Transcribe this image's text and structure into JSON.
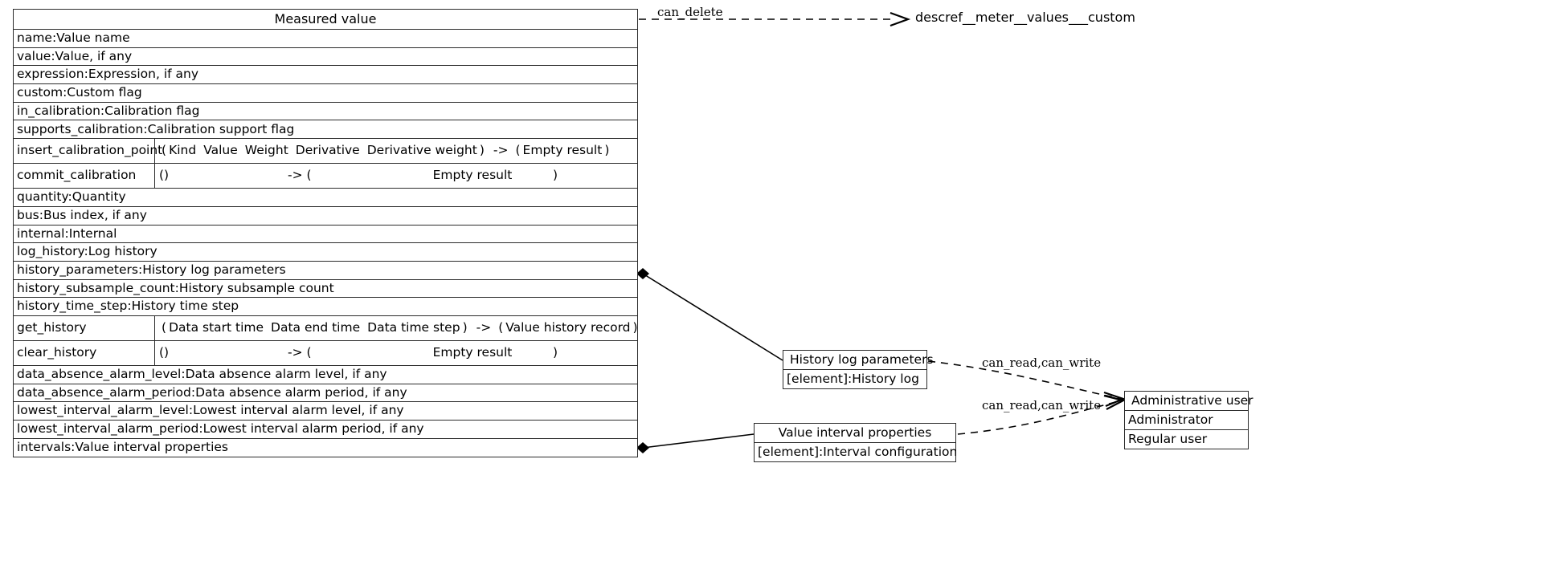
{
  "diagram": {
    "type": "uml-class-diagram",
    "title": "Measured value",
    "colors": {
      "stroke": "#2b2b2b",
      "background": "#ffffff",
      "text": "#000000"
    }
  },
  "main_class": {
    "name": "Measured value",
    "attributes": [
      "name:Value name",
      "value:Value, if any",
      "expression:Expression, if any",
      "custom:Custom flag",
      "in_calibration:Calibration flag",
      "supports_calibration:Calibration support flag"
    ],
    "methods_1": [
      {
        "name": "insert_calibration_point",
        "open": "(",
        "args": [
          "Kind",
          "Value",
          "Weight",
          "Derivative",
          "Derivative weight"
        ],
        "close": ")",
        "arrow": "->",
        "ret_open": "(",
        "ret": "Empty result",
        "ret_close": ")"
      },
      {
        "name": "commit_calibration",
        "args_text": "()",
        "arrow": "-> (",
        "ret": "Empty result",
        "ret_close": ")"
      }
    ],
    "attributes_2": [
      "quantity:Quantity",
      "bus:Bus index, if any",
      "internal:Internal",
      "log_history:Log history",
      "history_parameters:History log parameters",
      "history_subsample_count:History subsample count",
      "history_time_step:History time step"
    ],
    "methods_2": [
      {
        "name": "get_history",
        "open": "(",
        "args": [
          "Data start time",
          "Data end time",
          "Data time step"
        ],
        "close": ")",
        "arrow": "->",
        "ret_open": "(",
        "ret": "Value history record",
        "ret_close": ")"
      },
      {
        "name": "clear_history",
        "args_text": "()",
        "arrow": "-> (",
        "ret": "Empty result",
        "ret_close": ")"
      }
    ],
    "attributes_3": [
      "data_absence_alarm_level:Data absence alarm level, if any",
      "data_absence_alarm_period:Data absence alarm period, if any",
      "lowest_interval_alarm_level:Lowest interval alarm level, if any",
      "lowest_interval_alarm_period:Lowest interval alarm period, if any",
      "intervals:Value interval properties"
    ]
  },
  "history_box": {
    "header": "History log parameters",
    "items": [
      "[element]:History log"
    ]
  },
  "interval_box": {
    "header": "Value interval properties",
    "items": [
      "[element]:Interval configuration"
    ]
  },
  "user_box": {
    "header": "Administrative user",
    "items": [
      "Administrator",
      "Regular user"
    ]
  },
  "edges": {
    "can_delete_label": "can_delete",
    "can_delete_target": "descref__meter__values___custom",
    "history_permissions_label": "can_read,can_write",
    "interval_permissions_label": "can_read,can_write"
  }
}
